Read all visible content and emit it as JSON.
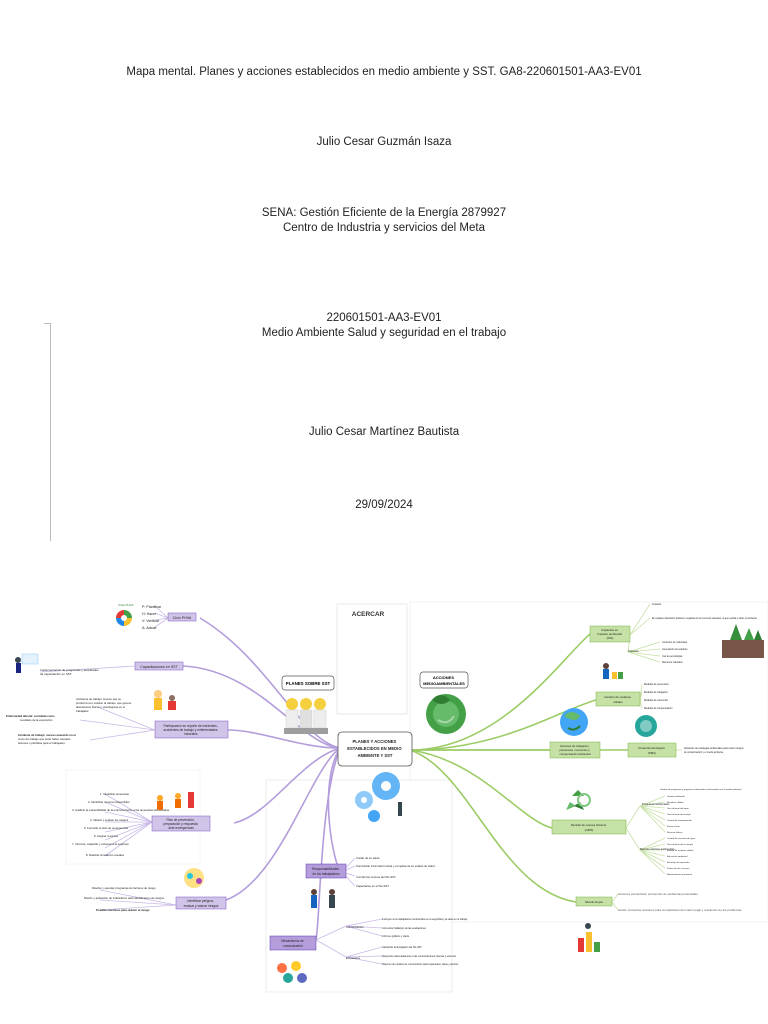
{
  "cover": {
    "title": "Mapa mental. Planes y acciones establecidos en medio ambiente y SST. GA8-220601501-AA3-EV01",
    "student": "Julio Cesar Guzmán Isaza",
    "program": "SENA: Gestión Eficiente de la Energía 2879927",
    "center": "Centro de Industria y servicios del Meta",
    "code": "220601501-AA3-EV01",
    "subject": "Medio Ambiente Salud y seguridad en el trabajo",
    "instructor": "Julio Cesar Martínez Bautista",
    "date": "29/09/2024"
  },
  "mindmap": {
    "zoom_label": "ACERCAR",
    "center": [
      "PLANES Y ACCIONES",
      "ESTABLECIDOS EN MEDIO",
      "AMBIENTE Y SST"
    ],
    "sst_title": "PLANES SOBRE SST",
    "env_title": [
      "ACCIONES",
      "MEDIOAMBIENTALES"
    ],
    "left_branches": {
      "b1": "Ciclo PHVA",
      "b2": "Capacitaciones en SST",
      "b3": [
        "Participación en reporte de incidentes,",
        "accidentes de trabajo y enfermedades",
        "laborales"
      ],
      "b4": [
        "Plan de prevención,",
        "preparación y respuesta",
        "ante emergencias"
      ],
      "b5": [
        "Identificar peligros,",
        "evaluar y valorar riesgos"
      ],
      "b6": [
        "Responsabilidades",
        "de los trabajadores"
      ],
      "b7": [
        "Mecanismos de",
        "comunicación"
      ]
    },
    "phva_items": [
      "P: Planificar",
      "H: Hacer",
      "V: Verificar",
      "A: Actuar"
    ],
    "phva_logo": "Ciclo PHVA",
    "capacitacion_note": [
      "Implementación de programas y actividades",
      "de capacitación en SST"
    ],
    "incident_notes": [
      [
        "Accidente de trabajo: suceso que se",
        "produzca con ocasión al trabajo, que genere",
        "alteraciones físicas o psicológicas en el",
        "trabajador."
      ],
      [
        "Enfermedad laboral: contraída como",
        "resultado de la exposición."
      ],
      [
        "Incidente de trabajo: suceso acaecido en el",
        "curso del trabajo que pudo haber causado",
        "lesiones o pérdidas para el trabajador."
      ]
    ],
    "emergency_steps": [
      "1. Identificar amenazas",
      "2. Identificar recursos disponibles",
      "3. Analizar la vulnerabilidad de la empresa frente a las amenazas identificadas",
      "4. Valorar y evaluar los riesgos",
      "5. Formular el plan de emergencias",
      "6. Asignar recursos",
      "7. Informar, capacitar y entrenar a la empresa",
      "8. Realizar simulacros anuales"
    ],
    "risk_notes": [
      "Diseñar y ejecutar programas de factores de riesgo",
      "Diseño y aplicación de indicadores para identificación de riesgos",
      "Posibles acciones para reducir el riesgo"
    ],
    "resp_notes": [
      "Cuidar de su salud",
      "Suministrar información clara y completa de su estado de salud",
      "Cumplir las normas del SG-SST",
      "Capacitarse en el SG-SST"
    ],
    "comm_labels": [
      "Comunicación",
      "Empleados"
    ],
    "comm_notes": [
      "Instruyen a los trabajadores involucrados en la seguridad y la salud en el trabajo",
      "Comunicar hallazgos de las evaluaciones",
      "Informes gráficos y claros",
      "Garantizar la divulgación del SG-SST",
      "Responder adecuadamente a las comunicaciones internas y externas",
      "Disponer de canales de comunicación para inquietudes, ideas y aportes"
    ],
    "right_branches": {
      "r1": [
        "Capacitar en",
        "Impacto ambiental",
        "(PIA)"
      ],
      "r2": [
        "Gestión de residuos",
        "sólidos"
      ],
      "r3": [
        "Acciones de mitigación,",
        "prevención, corrección y",
        "compensación ambiental"
      ],
      "r4": [
        "Protección Ecológica",
        "(PMA)"
      ],
      "r5": [
        "Reciclar de manera eficiente",
        "(GIRS)"
      ],
      "r6": "Mundo limpio"
    },
    "r1_notes": [
      "Impacto",
      "Es cualquier alteración positiva o negativa de los recursos naturales, la que realiza o sobre el ambiente",
      "Prácticas"
    ],
    "r1_practices": [
      "Consumo de materiales",
      "Generación de residuos",
      "Uso de tecnologías",
      "Recursos naturales"
    ],
    "r2_notes": [
      "Medidas de prevención",
      "Medidas de mitigación",
      "Medidas de corrección",
      "Medidas de compensación"
    ],
    "r4_note": [
      "Aplicación de estrategias ambientales para reducir riesgos",
      "de contaminación y el medio ambiente"
    ],
    "r5_groups": [
      "Programas ambientales",
      "Buenas prácticas ambientales"
    ],
    "r5_top_note": "Gestión de programas y proyectos ambientales relacionados con el medio ambiente",
    "r5_programs": [
      "Gestión ambiental",
      "Residuos sólidos",
      "Uso eficiente del agua",
      "Uso eficiente de energía",
      "Control de contaminación",
      "Fauna y flora",
      "Recurso hídrico"
    ],
    "r5_practices": [
      "Control de consumo de agua",
      "Uso eficiente de la energía",
      "Manejo de residuos sólidos",
      "Educación ambiental",
      "Reciclaje de materiales",
      "Protección de recursos",
      "Mantenimiento preventivo"
    ],
    "r6_notes": [
      "Acciones preventivas: prevención de problemas potenciales.",
      "Acción correctiva: acciones para cumplimiento del marco legal y resolución de los problemas."
    ]
  }
}
